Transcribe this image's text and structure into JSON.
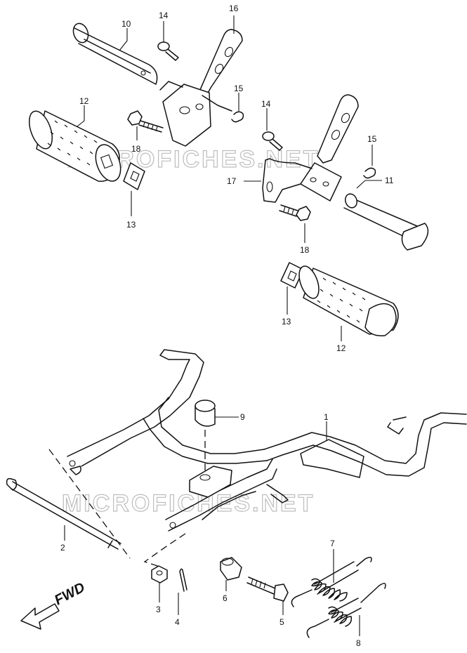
{
  "watermarks": [
    "MICROFICHES.NET",
    "MICROFICHES.NET"
  ],
  "direction_label": "FWD",
  "callouts": {
    "c1": "1",
    "c2": "2",
    "c3": "3",
    "c4": "4",
    "c5": "5",
    "c6": "6",
    "c7": "7",
    "c8": "8",
    "c9": "9",
    "c10": "10",
    "c11": "11",
    "c12a": "12",
    "c12b": "12",
    "c13a": "13",
    "c13b": "13",
    "c14a": "14",
    "c14b": "14",
    "c15a": "15",
    "c15b": "15",
    "c16": "16",
    "c17": "17",
    "c18a": "18",
    "c18b": "18"
  },
  "colors": {
    "line": "#111111",
    "watermark": "#bdbdbd",
    "background": "#ffffff"
  }
}
